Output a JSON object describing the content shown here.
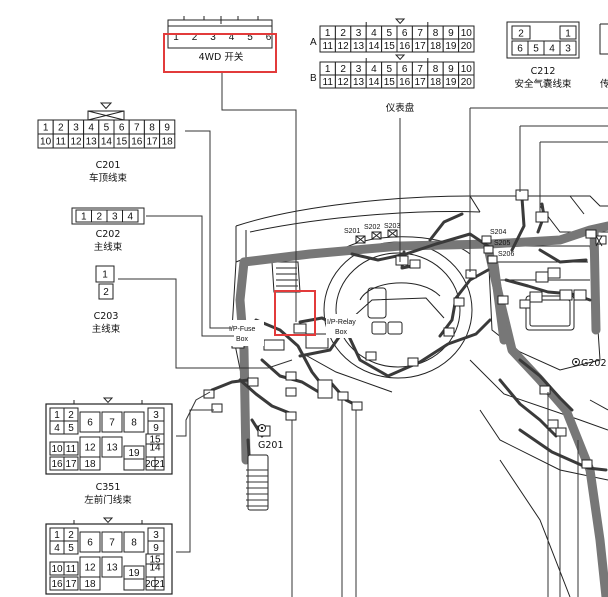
{
  "connectors": {
    "c4wd": {
      "pins": [
        "1",
        "2",
        "3",
        "4",
        "5",
        "6"
      ],
      "label": "4WD 开关"
    },
    "dash": {
      "rowA": {
        "letter": "A",
        "top": [
          "1",
          "2",
          "3",
          "4",
          "5",
          "6",
          "7",
          "8",
          "9",
          "10"
        ],
        "bottom": [
          "11",
          "12",
          "13",
          "14",
          "15",
          "16",
          "17",
          "18",
          "19",
          "20"
        ]
      },
      "rowB": {
        "letter": "B",
        "top": [
          "1",
          "2",
          "3",
          "4",
          "5",
          "6",
          "7",
          "8",
          "9",
          "10"
        ],
        "bottom": [
          "11",
          "12",
          "13",
          "14",
          "15",
          "16",
          "17",
          "18",
          "19",
          "20"
        ]
      },
      "label": "仪表盘"
    },
    "c212": {
      "top": [
        "2",
        "1"
      ],
      "bottom": [
        "6",
        "5",
        "4",
        "3"
      ],
      "code": "C212",
      "label": "安全气囊线束"
    },
    "edge": {
      "text": "传"
    },
    "c201": {
      "top": [
        "1",
        "2",
        "3",
        "4",
        "5",
        "6",
        "7",
        "8",
        "9"
      ],
      "bottom": [
        "10",
        "11",
        "12",
        "13",
        "14",
        "15",
        "16",
        "17",
        "18"
      ],
      "code": "C201",
      "label": "车顶线束"
    },
    "c202": {
      "pins": [
        "1",
        "2",
        "3",
        "4"
      ],
      "code": "C202",
      "label": "主线束"
    },
    "c203": {
      "pins": [
        "1",
        "2"
      ],
      "code": "C203",
      "label": "主线束"
    },
    "c351": {
      "pins": [
        "1",
        "2",
        "3",
        "4",
        "5",
        "6",
        "7",
        "8",
        "9",
        "10",
        "11",
        "12",
        "13",
        "14",
        "15",
        "16",
        "17",
        "18",
        "19",
        "20",
        "21"
      ],
      "code": "C351",
      "label": "左前门线束"
    },
    "c352": {
      "pins": [
        "1",
        "2",
        "3",
        "4",
        "5",
        "6",
        "7",
        "8",
        "9",
        "10",
        "11",
        "12",
        "13",
        "14",
        "15",
        "16",
        "17",
        "18",
        "19",
        "20",
        "21"
      ]
    }
  },
  "callouts": {
    "ip_fuse": [
      "I/P-Fuse",
      "Box"
    ],
    "ip_relay": [
      "I/P-Relay",
      "Box"
    ],
    "g201": "G201",
    "g202": "G202",
    "s201": "S201",
    "s202": "S202",
    "s203": "S203",
    "s204": "S204",
    "s205": "S205",
    "s206": "S206"
  },
  "highlight_color": "#e23b3b"
}
